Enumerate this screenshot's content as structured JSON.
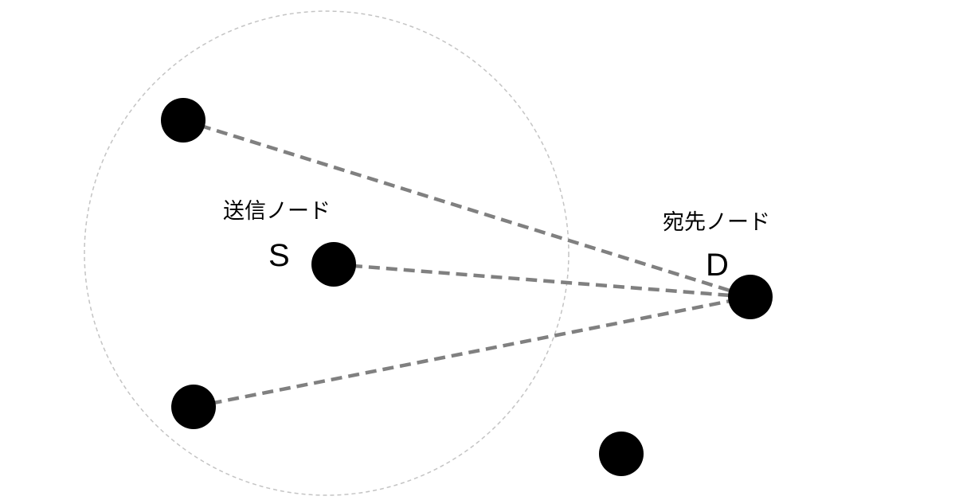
{
  "diagram": {
    "sender": {
      "caption": "送信ノード",
      "letter": "S"
    },
    "destination": {
      "caption": "宛先ノード",
      "letter": "D"
    },
    "colors": {
      "node": "#000000",
      "link": "#808080",
      "range": "#c4c4c4"
    }
  }
}
